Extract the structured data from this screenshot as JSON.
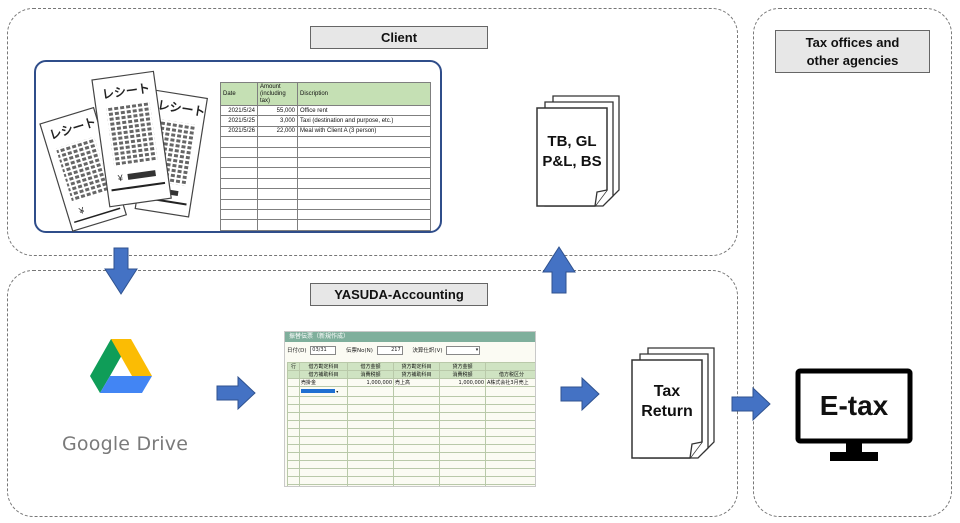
{
  "zones": {
    "client_title": "Client",
    "yasuda_title": "YASUDA-Accounting",
    "tax_offices_title": "Tax offices and other agencies"
  },
  "receipts": {
    "label": "レシート",
    "yen_symbol": "¥"
  },
  "expense_table": {
    "headers": [
      "Date",
      "Amount (including tax)",
      "Discription"
    ],
    "rows": [
      [
        "2021/5/24",
        "55,000",
        "Office rent"
      ],
      [
        "2021/5/25",
        "3,000",
        "Taxi (destination and purpose, etc.)"
      ],
      [
        "2021/5/26",
        "22,000",
        "Meal with Client A (3 person)"
      ]
    ],
    "empty_rows": 9,
    "header_color": "#c5e0b4"
  },
  "reports_doc": {
    "line1": "TB, GL",
    "line2": "P&L, BS"
  },
  "google_drive": {
    "label": "Google Drive",
    "colors": [
      "#0f9d58",
      "#fbbc04",
      "#4285f4"
    ]
  },
  "software": {
    "title": "振替伝票（新規作成）",
    "date_label": "日付(D)",
    "date_value": "03/31",
    "slip_label": "伝票No(N)",
    "slip_value": "217",
    "settlement_label": "決算仕訳(V)",
    "header_row1": [
      "借方勘定科目",
      "借方金額",
      "貸方勘定科目",
      "貸方金額",
      ""
    ],
    "header_row2": [
      "借方補助科目",
      "消費税額",
      "貸方補助科目",
      "消費税額",
      "借方税区分"
    ],
    "entry": [
      "売掛金",
      "1,000,000",
      "売上高",
      "1,000,000",
      "A株式会社3月売上"
    ]
  },
  "tax_return_doc": {
    "line1": "Tax",
    "line2": "Return"
  },
  "etax": {
    "label": "E-tax"
  },
  "colors": {
    "arrow": "#4472c4",
    "arrow_border": "#2f528f",
    "client_border": "#2f4d8a",
    "label_box_bg": "#e7e7e7"
  }
}
